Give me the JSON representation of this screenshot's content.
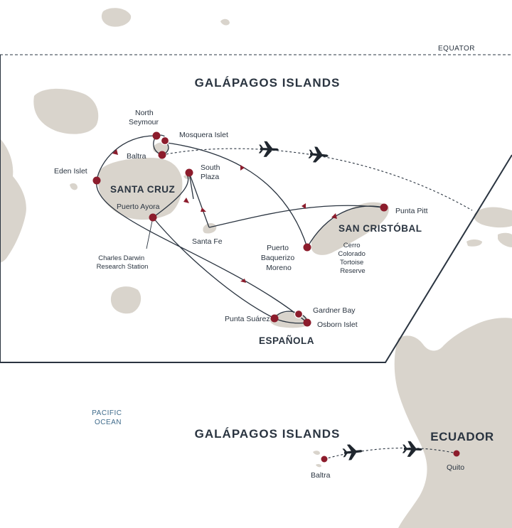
{
  "equator_label": "EQUATOR",
  "main_map": {
    "title": "GALÁPAGOS ISLANDS",
    "islands": {
      "santa_cruz": "SANTA CRUZ",
      "san_cristobal": "SAN CRISTÓBAL",
      "espanola": "ESPAÑOLA"
    },
    "stops": {
      "north_seymour": [
        "North",
        "Seymour"
      ],
      "mosquera": "Mosquera Islet",
      "baltra": "Baltra",
      "eden": "Eden Islet",
      "south_plaza": [
        "South",
        "Plaza"
      ],
      "puerto_ayora": "Puerto Ayora",
      "charles_darwin": [
        "Charles Darwin",
        "Research Station"
      ],
      "santa_fe": "Santa Fe",
      "puerto_baquerizo": [
        "Puerto",
        "Baquerizo",
        "Moreno"
      ],
      "punta_pitt": "Punta Pitt",
      "cerro_colorado": [
        "Cerro",
        "Colorado",
        "Tortoise",
        "Reserve"
      ],
      "punta_suarez": "Punta Suárez",
      "gardner_bay": "Gardner Bay",
      "osborn": "Osborn Islet"
    }
  },
  "overview_map": {
    "ocean_label": [
      "PACIFIC",
      "OCEAN"
    ],
    "title": "GALÁPAGOS ISLANDS",
    "country": "ECUADOR",
    "baltra": "Baltra",
    "quito": "Quito"
  },
  "colors": {
    "stop": "#8c1c2c",
    "route": "#2a3440",
    "land": "#d9d4cc",
    "ocean_label": "#3e6a8a"
  }
}
